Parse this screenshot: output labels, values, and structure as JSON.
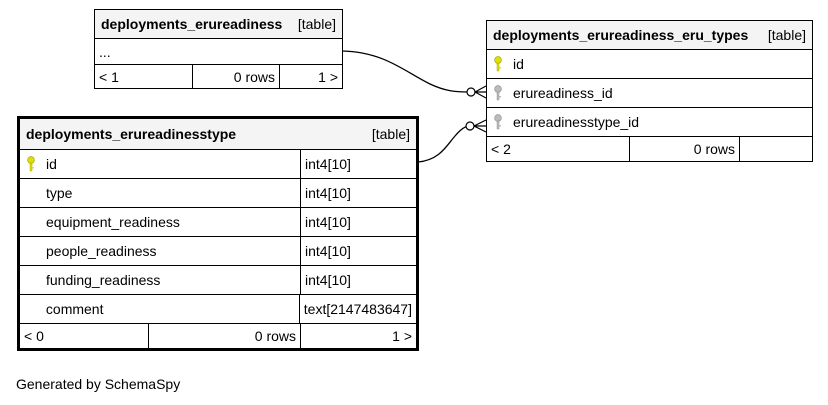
{
  "tables": {
    "erureadiness": {
      "name": "deployments_erureadiness",
      "tag": "[table]",
      "ellipsis": "...",
      "footer": {
        "prev": "< 1",
        "rows": "0 rows",
        "next": "1 >"
      }
    },
    "eru_types": {
      "name": "deployments_erureadiness_eru_types",
      "tag": "[table]",
      "columns": [
        {
          "name": "id",
          "key": "primary"
        },
        {
          "name": "erureadiness_id",
          "key": "foreign"
        },
        {
          "name": "erureadinesstype_id",
          "key": "foreign"
        }
      ],
      "footer": {
        "prev": "< 2",
        "rows": "0 rows",
        "next": ""
      }
    },
    "erureadinesstype": {
      "name": "deployments_erureadinesstype",
      "tag": "[table]",
      "columns": [
        {
          "name": "id",
          "type": "int4[10]",
          "key": "primary"
        },
        {
          "name": "type",
          "type": "int4[10]",
          "key": ""
        },
        {
          "name": "equipment_readiness",
          "type": "int4[10]",
          "key": ""
        },
        {
          "name": "people_readiness",
          "type": "int4[10]",
          "key": ""
        },
        {
          "name": "funding_readiness",
          "type": "int4[10]",
          "key": ""
        },
        {
          "name": "comment",
          "type": "text[2147483647]",
          "key": ""
        }
      ],
      "footer": {
        "prev": "< 0",
        "rows": "0 rows",
        "next": "1 >"
      }
    }
  },
  "colors": {
    "primary_key": "#e0e000",
    "foreign_key": "#aaaaaa"
  },
  "footer_text": "Generated by SchemaSpy"
}
